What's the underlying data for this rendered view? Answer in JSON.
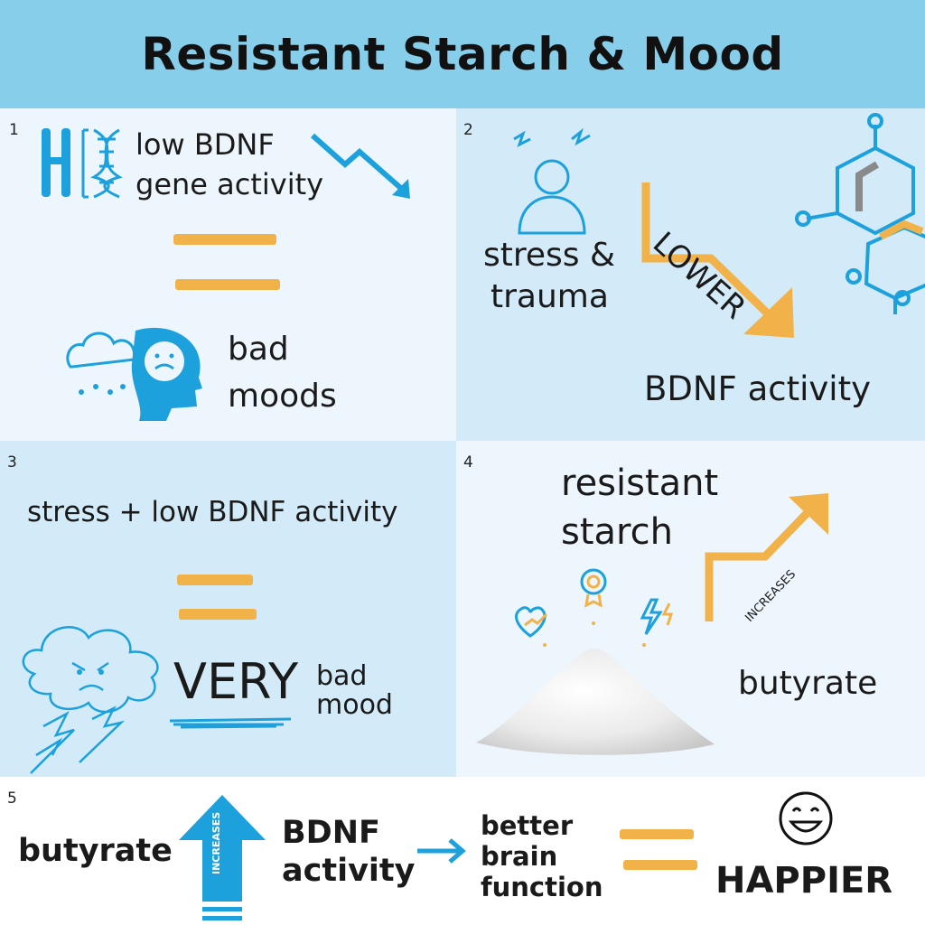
{
  "title": "Resistant Starch & Mood",
  "colors": {
    "header_bg": "#87ceeb",
    "blue": "#1da1dc",
    "orange": "#f2b24a",
    "light_panel": "#edf6fc",
    "mid_panel": "#d3ebf8"
  },
  "panel1": {
    "number": "1",
    "line1": "low BDNF",
    "line2": "gene activity",
    "result1": "bad",
    "result2": "moods",
    "icons": [
      "chromosome-dna-icon",
      "down-trend-arrow-icon",
      "equals-icon",
      "raincloud-head-icon"
    ]
  },
  "panel2": {
    "number": "2",
    "cause1": "stress &",
    "cause2": "trauma",
    "arrow_label": "LOWER",
    "result": "BDNF activity",
    "icons": [
      "stressed-person-icon",
      "lower-arrow-icon",
      "molecule-icon"
    ]
  },
  "panel3": {
    "number": "3",
    "cause": "stress + low BDNF activity",
    "big_word": "VERY",
    "word2": "bad",
    "word3": "mood",
    "icons": [
      "equals-icon",
      "angry-storm-cloud-icon"
    ]
  },
  "panel4": {
    "number": "4",
    "line1": "resistant",
    "line2": "starch",
    "arrow_label": "INCREASES",
    "result": "butyrate",
    "icons": [
      "heart-icon",
      "badge-icon",
      "lightning-icon",
      "starch-powder-pile",
      "increase-arrow-icon"
    ]
  },
  "panel5": {
    "number": "5",
    "word1": "butyrate",
    "arrow_label": "INCREASES",
    "word2a": "BDNF",
    "word2b": "activity",
    "word3a": "better",
    "word3b": "brain",
    "word3c": "function",
    "word4": "HAPPIER",
    "icons": [
      "up-arrow-icon",
      "right-arrow-icon",
      "equals-icon",
      "smiley-icon"
    ]
  }
}
